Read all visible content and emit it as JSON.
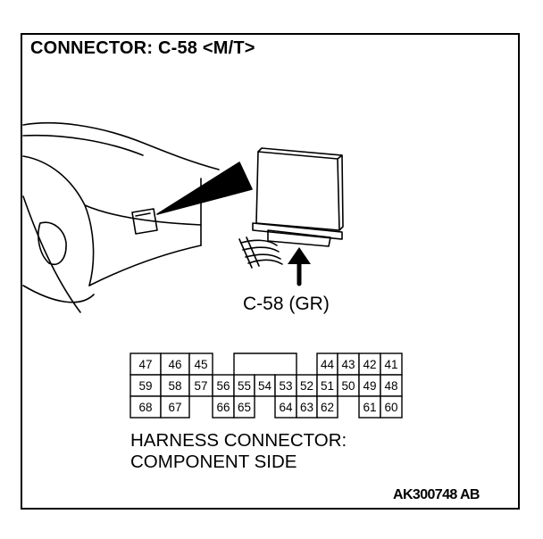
{
  "title": "CONNECTOR: C-58 <M/T>",
  "connector_callout": "C-58 (GR)",
  "caption": {
    "line1": "HARNESS CONNECTOR:",
    "line2": "COMPONENT SIDE"
  },
  "figure_id": "AK300748 AB",
  "pin_rows": [
    [
      "47",
      "46",
      "45",
      "44",
      "43",
      "42",
      "41"
    ],
    [
      "59",
      "58",
      "57",
      "56",
      "55",
      "54",
      "53",
      "52",
      "51",
      "50",
      "49",
      "48"
    ],
    [
      "68",
      "67",
      "66",
      "65",
      "64",
      "63",
      "62",
      "61",
      "60"
    ]
  ]
}
